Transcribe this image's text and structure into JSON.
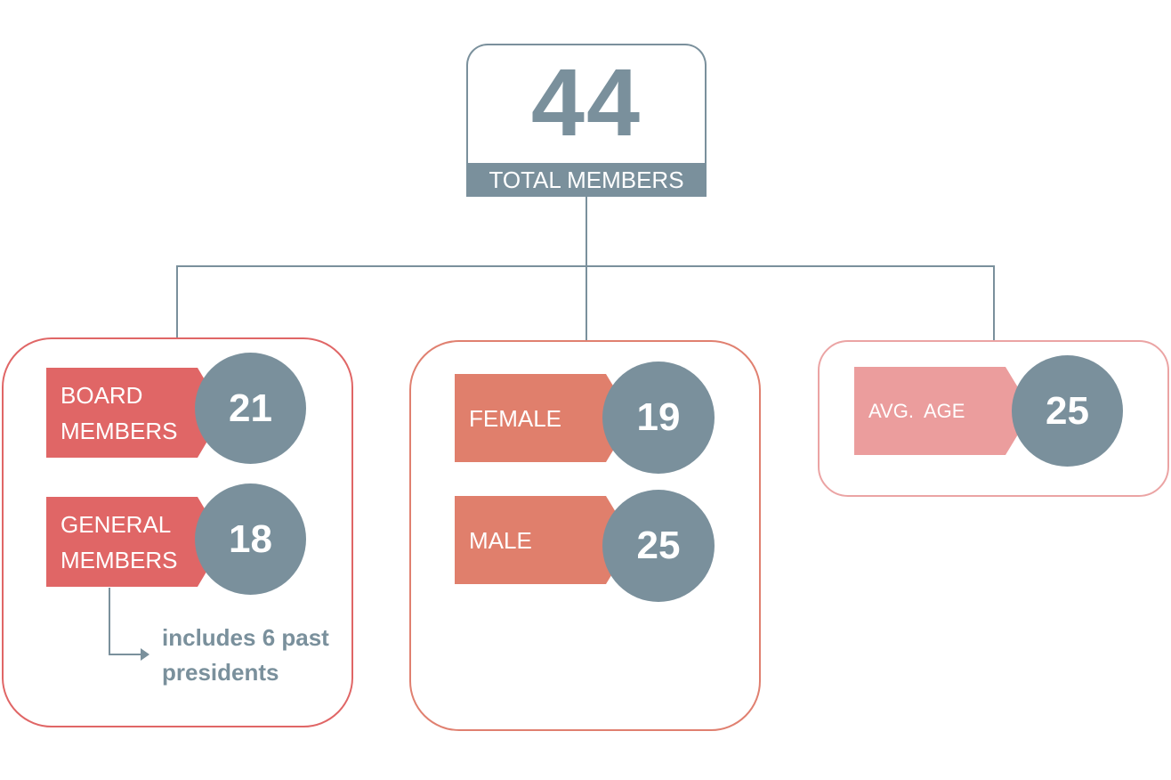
{
  "total": {
    "value": "44",
    "label": "TOTAL MEMBERS"
  },
  "groups": {
    "membership": {
      "board": {
        "label_line1": "BOARD",
        "label_line2": "MEMBERS",
        "value": "21"
      },
      "general": {
        "label_line1": "GENERAL",
        "label_line2": "MEMBERS",
        "value": "18"
      },
      "note": "includes 6 past presidents"
    },
    "gender": {
      "female": {
        "label": "FEMALE",
        "value": "19"
      },
      "male": {
        "label": "MALE",
        "value": "25"
      }
    },
    "age": {
      "avg": {
        "label": "AVG.  AGE",
        "value": "25"
      }
    }
  },
  "colors": {
    "slate": "#7a909c",
    "red": "#e06666",
    "coral": "#e07f6c",
    "pink": "#eb9d9d"
  }
}
